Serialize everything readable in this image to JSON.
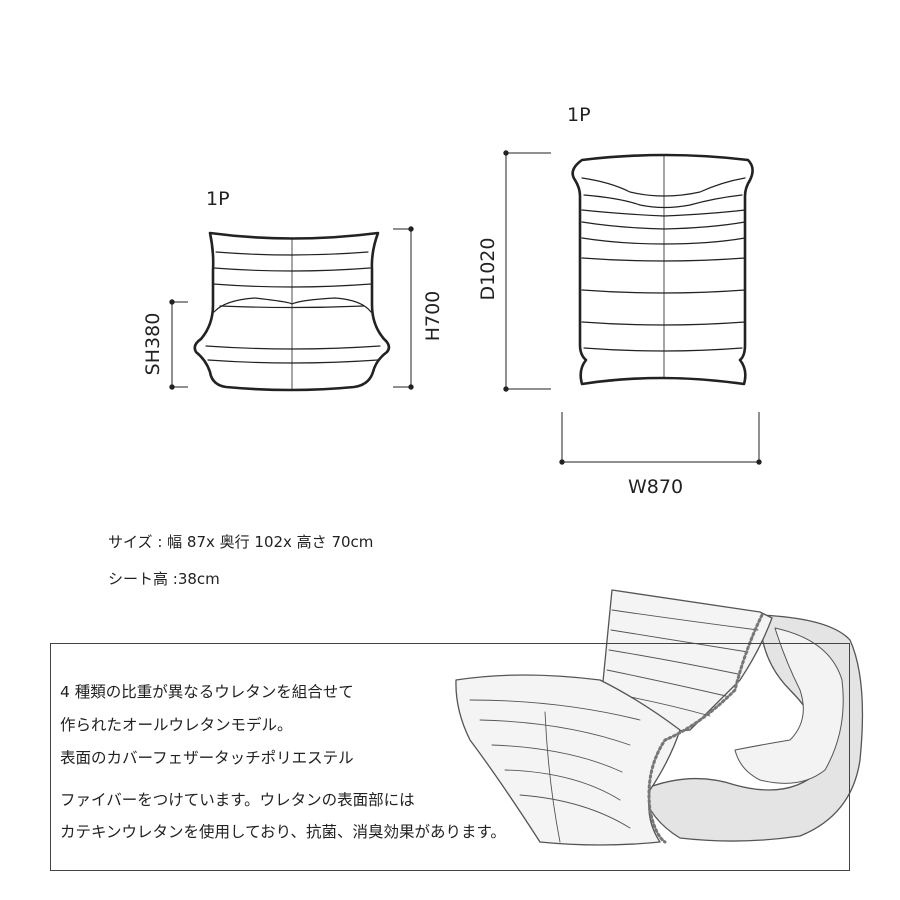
{
  "front_view": {
    "label": "1P",
    "seat_height": "SH380",
    "height": "H700"
  },
  "side_view": {
    "label": "1P",
    "depth": "D1020",
    "width": "W870"
  },
  "specs": {
    "size": "サイズ : 幅 87x 奥行 102x 高さ 70cm",
    "seat": "シート高 :38cm"
  },
  "description": [
    "4 種類の比重が異なるウレタンを組合せて",
    "作られたオールウレタンモデル。",
    "表面のカバーフェザータッチポリエステル",
    "ファイバーをつけています。ウレタンの表面部には",
    "カテキンウレタンを使用しており、抗菌、消臭効果があります。"
  ]
}
